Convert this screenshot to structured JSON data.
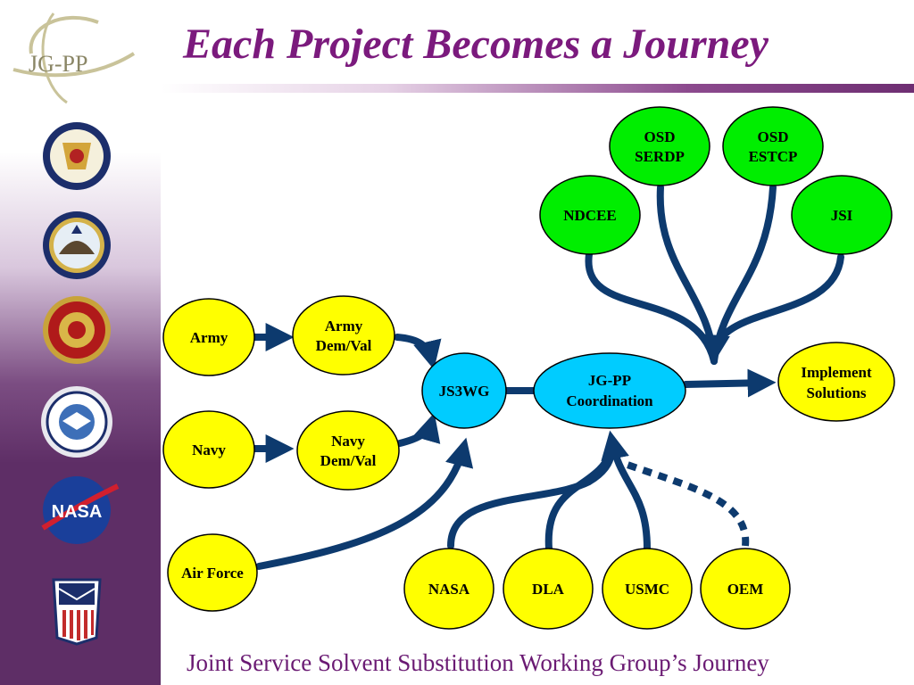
{
  "slide": {
    "title": "Each Project Becomes a Journey",
    "footer": "Joint Service Solvent Substitution Working Group’s Journey"
  },
  "logo": {
    "text": "JG-PP"
  },
  "seals": [
    "army-seal-icon",
    "navy-seal-icon",
    "marine-corps-seal-icon",
    "air-force-seal-icon",
    "nasa-logo-icon",
    "dla-seal-icon"
  ],
  "colors": {
    "yellow_node": "#ffff00",
    "green_node": "#00ee00",
    "blue_node": "#00ccff",
    "arrow": "#0d3a6e",
    "title": "#7b1a7d",
    "sidebar": "#5e2e66"
  },
  "nodes": {
    "army": {
      "lines": [
        "Army"
      ]
    },
    "army_demval": {
      "lines": [
        "Army",
        "Dem/Val"
      ]
    },
    "navy": {
      "lines": [
        "Navy"
      ]
    },
    "navy_demval": {
      "lines": [
        "Navy",
        "Dem/Val"
      ]
    },
    "air_force": {
      "lines": [
        "Air Force"
      ]
    },
    "js3wg": {
      "lines": [
        "JS3WG"
      ]
    },
    "jgpp_coord": {
      "lines": [
        "JG-PP",
        "Coordination"
      ]
    },
    "implement": {
      "lines": [
        "Implement",
        "Solutions"
      ]
    },
    "ndcee": {
      "lines": [
        "NDCEE"
      ]
    },
    "osd_serdp": {
      "lines": [
        "OSD",
        "SERDP"
      ]
    },
    "osd_estcp": {
      "lines": [
        "OSD",
        "ESTCP"
      ]
    },
    "jsi": {
      "lines": [
        "JSI"
      ]
    },
    "nasa": {
      "lines": [
        "NASA"
      ]
    },
    "dla": {
      "lines": [
        "DLA"
      ]
    },
    "usmc": {
      "lines": [
        "USMC"
      ]
    },
    "oem": {
      "lines": [
        "OEM"
      ]
    }
  }
}
